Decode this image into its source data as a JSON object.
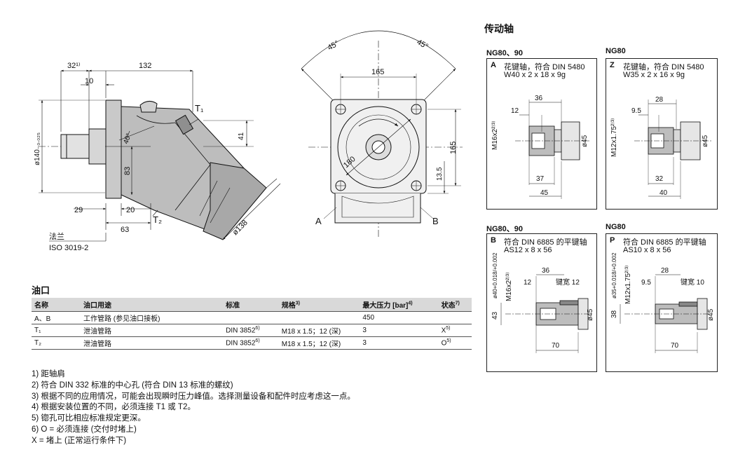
{
  "drawing": {
    "side": {
      "dim_32": "32¹⁾",
      "dim_132": "132",
      "dim_10": "10",
      "dim_t1": "T₁",
      "dim_41": "41",
      "dim_40deg": "40°",
      "dim_dia140": "ø140₋₀.₀₂₅",
      "dim_83": "83",
      "dim_29": "29",
      "dim_20": "20",
      "dim_t2": "T₂",
      "dim_63": "63",
      "dim_dia138": "ø138",
      "flange_label": "法兰",
      "iso_label": "ISO 3019-2"
    },
    "front": {
      "dim_45l": "45°",
      "dim_45r": "45°",
      "dim_165": "165",
      "dim_165v": "165",
      "dim_180": "180",
      "dim_13_5": "13.5",
      "label_a": "A",
      "label_b": "B"
    }
  },
  "ports": {
    "title": "油口",
    "headers": {
      "name": "名称",
      "use": "油口用途",
      "standard": "标准",
      "spec": "规格",
      "spec_sup": "3)",
      "pressure": "最大压力 [bar]",
      "pressure_sup": "4)",
      "state": "状态",
      "state_sup": "7)"
    },
    "rows": [
      {
        "name": "A、B",
        "use": "工作管路 (参见油口接板)",
        "standard": "",
        "standard_sup": "",
        "spec": "",
        "pressure": "450",
        "state": "",
        "state_sup": ""
      },
      {
        "name": "T₁",
        "use": "泄油管路",
        "standard": "DIN 3852",
        "standard_sup": "6)",
        "spec": "M18 x 1.5；12 (深)",
        "pressure": "3",
        "state": "X",
        "state_sup": "5)"
      },
      {
        "name": "T₂",
        "use": "泄油管路",
        "standard": "DIN 3852",
        "standard_sup": "6)",
        "spec": "M18 x 1.5；12 (深)",
        "pressure": "3",
        "state": "O",
        "state_sup": "5)"
      }
    ]
  },
  "notes": [
    "1) 距轴肩",
    "2) 符合 DIN 332 标准的中心孔 (符合 DIN 13 标准的螺纹)",
    "3) 根据不同的应用情况，可能会出现瞬时压力峰值。选择测量设备和配件时应考虑这一点。",
    "4) 根据安装位置的不同，必须连接 T1 或 T2。",
    "5) 锪孔可比相应标准规定更深。",
    "6) O = 必须连接 (交付时堵上)",
    "X = 堵上 (正常运行条件下)"
  ],
  "shaft": {
    "title": "传动轴",
    "boxes": [
      {
        "group": "NG80、90",
        "code": "A",
        "desc1": "花键轴，符合 DIN 5480",
        "desc2": "W40 x 2 x 18 x 9g",
        "dims": {
          "v": "M16x2²⁾³⁾",
          "a": "36",
          "b": "12",
          "c": "ø45",
          "d": "37",
          "e": "45"
        }
      },
      {
        "group": "NG80",
        "code": "Z",
        "desc1": "花键轴，符合 DIN 5480",
        "desc2": "W35 x 2 x 16 x 9g",
        "dims": {
          "v": "M12x1.75²⁾³⁾",
          "a": "28",
          "b": "9.5",
          "c": "ø45",
          "d": "32",
          "e": "40"
        }
      },
      {
        "group": "NG80、90",
        "code": "B",
        "desc1": "符合 DIN 6885 的平键轴",
        "desc2": "AS12 x 8 x 56",
        "dims": {
          "v1": "ø40+0.018/+0.002",
          "v2": "M16x2²⁾³⁾",
          "a": "36",
          "b": "12",
          "key": "键宽 12",
          "h": "43",
          "c": "ø45",
          "e": "70"
        }
      },
      {
        "group": "NG80",
        "code": "P",
        "desc1": "符合 DIN 6885 的平键轴",
        "desc2": "AS10 x 8 x 56",
        "dims": {
          "v1": "ø35+0.018/+0.002",
          "v2": "M12x1.75²⁾³⁾",
          "a": "28",
          "b": "9.5",
          "key": "键宽 10",
          "h": "38",
          "c": "ø45",
          "e": "70"
        }
      }
    ]
  }
}
